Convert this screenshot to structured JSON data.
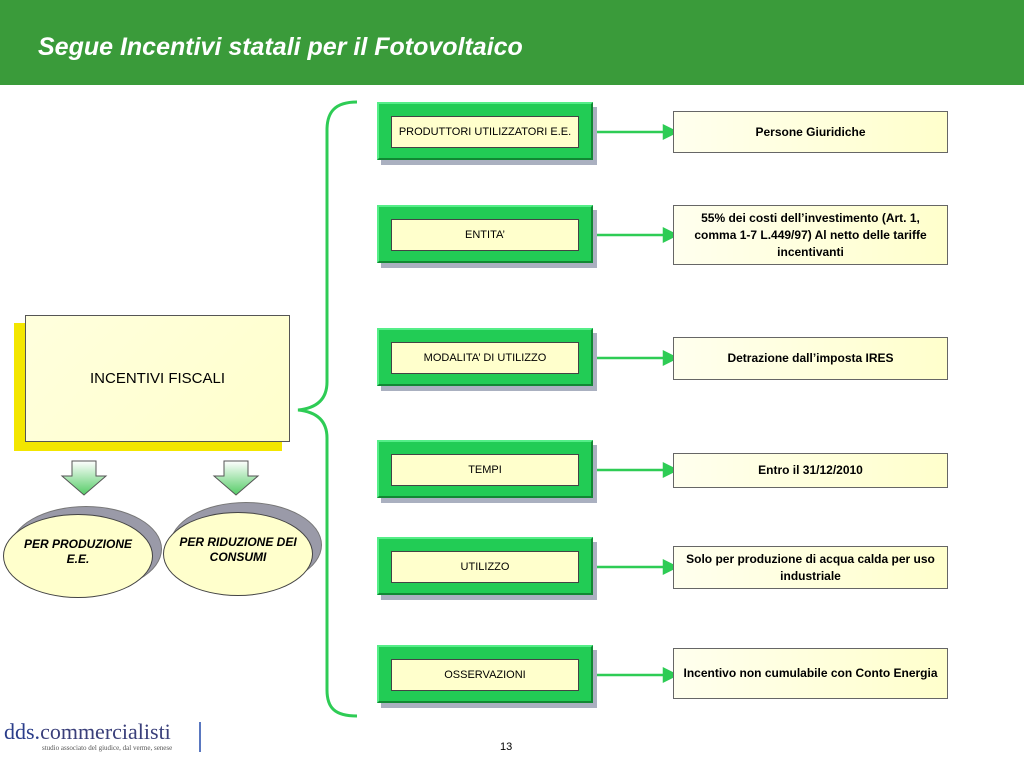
{
  "header": {
    "title": "Segue Incentivi statali per il Fotovoltaico",
    "background_color": "#3a9b3a"
  },
  "main_box": {
    "label": "INCENTIVI FISCALI"
  },
  "ellipses": [
    {
      "label": "PER PRODUZIONE E.E."
    },
    {
      "label": "PER RIDUZIONE DEI CONSUMI"
    }
  ],
  "rows": [
    {
      "category": "PRODUTTORI UTILIZZATORI E.E.",
      "result": "Persone Giuridiche"
    },
    {
      "category": "ENTITA’",
      "result": "55% dei costi dell’investimento (Art. 1, comma 1-7 L.449/97) Al netto delle tariffe incentivanti"
    },
    {
      "category": "MODALITA’ DI UTILIZZO",
      "result": "Detrazione dall’imposta IRES"
    },
    {
      "category": "TEMPI",
      "result": "Entro il 31/12/2010"
    },
    {
      "category": "UTILIZZO",
      "result": "Solo per produzione di acqua calda per uso industriale"
    },
    {
      "category": "OSSERVAZIONI",
      "result": "Incentivo non cumulabile con Conto Energia"
    }
  ],
  "footer": {
    "logo_main_prefix": "dds.",
    "logo_main_suffix": "commercialisti",
    "logo_sub": "studio associato del giudice, dal verme, senese",
    "page_number": "13"
  },
  "colors": {
    "accent_green": "#22cc55",
    "connector_green": "#2ecc55",
    "box_fill": "#ffffcc",
    "shadow_yellow": "#f3e600"
  }
}
